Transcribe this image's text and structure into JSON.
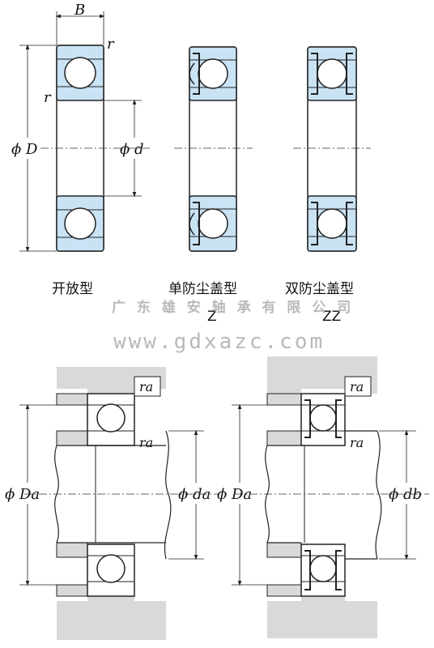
{
  "top": {
    "labels": {
      "B": "B",
      "r_top": "r",
      "r_left": "r",
      "phi_D": "ϕ D",
      "phi_d": "ϕ d"
    },
    "captions": {
      "open": "开放型",
      "single_shield": "单防尘盖型",
      "single_shield_code": "Z",
      "double_shield": "双防尘盖型",
      "double_shield_code": "ZZ"
    }
  },
  "watermark": {
    "company": "广 东 雄 安 轴 承 有 限 公 司",
    "url": "www.gdxazc.com"
  },
  "bottom": {
    "left": {
      "ra_box": "ra",
      "ra_inner": "ra",
      "phi_Da": "ϕ Da",
      "phi_da": "ϕ da"
    },
    "right": {
      "ra_box": "ra",
      "ra_inner": "ra",
      "phi_Da": "ϕ Da",
      "phi_db": "ϕ db"
    }
  },
  "colors": {
    "ring_fill": "#c9e3f5",
    "housing_fill": "#d9d9d9",
    "line": "#222222",
    "watermark": "#b9b9b9"
  }
}
